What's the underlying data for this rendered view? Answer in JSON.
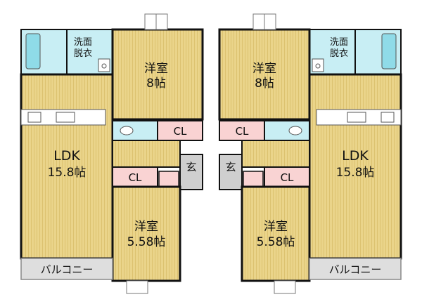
{
  "units": [
    {
      "id": "left",
      "wash_room": [
        "洗面",
        "脱衣"
      ],
      "bedroom_top": {
        "name": "洋室",
        "size": "8帖"
      },
      "ldk": {
        "name": "LDK",
        "size": "15.8帖"
      },
      "bedroom_bottom": {
        "name": "洋室",
        "size": "5.58帖"
      },
      "closet_upper": "CL",
      "closet_lower": "CL",
      "entrance": "玄",
      "balcony": "バルコニー"
    },
    {
      "id": "right",
      "wash_room": [
        "洗面",
        "脱衣"
      ],
      "bedroom_top": {
        "name": "洋室",
        "size": "8帖"
      },
      "ldk": {
        "name": "LDK",
        "size": "15.8帖"
      },
      "bedroom_bottom": {
        "name": "洋室",
        "size": "5.58帖"
      },
      "closet_upper": "CL",
      "closet_lower": "CL",
      "entrance": "玄",
      "balcony": "バルコニー"
    }
  ],
  "colors": {
    "floor": "#ead48a",
    "floor_stripe": "#dcc270",
    "wet_area": "#c8eef4",
    "closet": "#f9d3d3",
    "entrance": "#cfcfcf",
    "balcony": "#dedede",
    "wall": "#111111"
  }
}
